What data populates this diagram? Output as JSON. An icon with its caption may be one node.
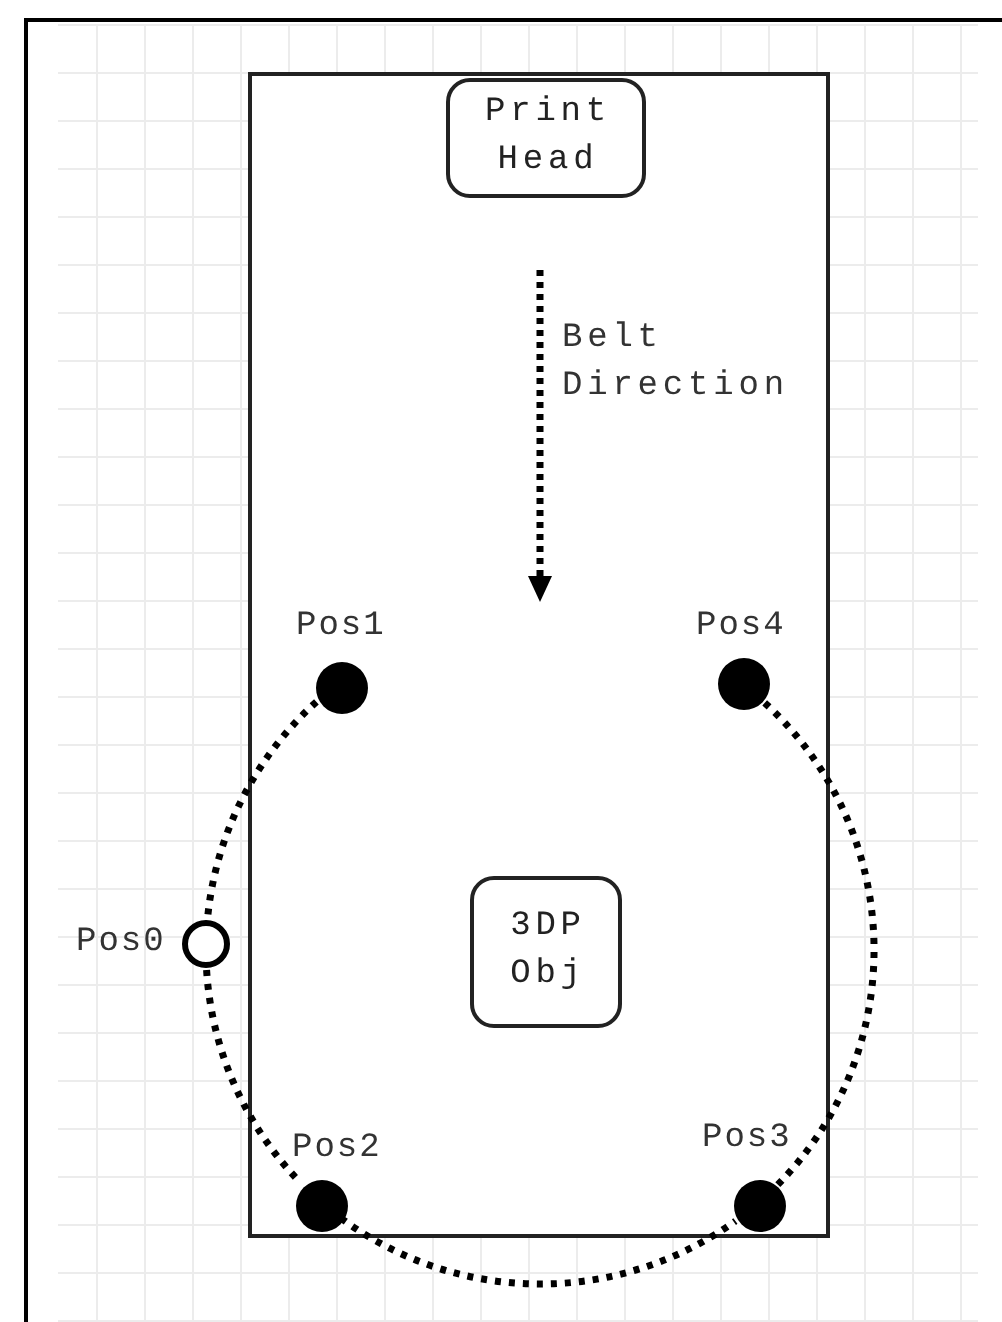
{
  "diagram": {
    "nodes": [
      {
        "text": [],
        "shape": "box"
      },
      {
        "text": [
          "Print Head"
        ],
        "in": 0
      },
      {
        "text": [
          "3DP Obj"
        ],
        "in": 0
      },
      {
        "text": [],
        "shape": "circle",
        "beside": [
          "Pos0"
        ]
      },
      {
        "text": [],
        "shape": "dot",
        "beside": [
          "Pos1"
        ],
        "in": 0
      },
      {
        "text": [],
        "shape": "dot",
        "beside": [
          "Pos2"
        ],
        "in": 0
      },
      {
        "text": [],
        "shape": "dot",
        "beside": [
          "Pos3"
        ],
        "in": 0
      },
      {
        "text": [],
        "shape": "dot",
        "beside": [
          "Pos4"
        ],
        "in": 0
      }
    ],
    "edges": [
      {
        "from": 4,
        "to": 3,
        "arrow": "none",
        "style": "dashed"
      },
      {
        "from": 3,
        "to": 5,
        "arrow": "none",
        "style": "dashed"
      },
      {
        "from": 5,
        "to": 6,
        "arrow": "none",
        "style": "dashed"
      },
      {
        "from": 6,
        "to": 7,
        "arrow": "none",
        "style": "dashed"
      }
    ],
    "labels": [
      "Belt Direction"
    ]
  }
}
